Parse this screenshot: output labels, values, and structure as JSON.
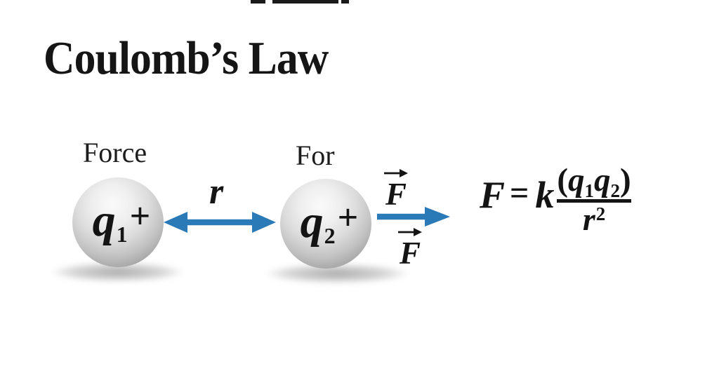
{
  "title": "Coulomb’s Law",
  "captions": {
    "sphere1": "Force",
    "sphere2": "For"
  },
  "spheres": {
    "q1": {
      "symbol": "q",
      "subscript": "1",
      "sign": "+"
    },
    "q2": {
      "symbol": "q",
      "subscript": "2",
      "sign": "+"
    }
  },
  "distance": {
    "label": "r"
  },
  "forces": {
    "top": "F",
    "bottom": "F"
  },
  "equation": {
    "lhs": "F",
    "equals": "=",
    "constant": "k",
    "num_open": "(",
    "num_q1": "q",
    "num_q1_sub": "1",
    "num_q2": "q",
    "num_q2_sub": "2",
    "num_close": ")",
    "den_base": "r",
    "den_exp": "2"
  },
  "colors": {
    "arrow": "#2b7ab8",
    "text": "#151515",
    "background": "#ffffff"
  }
}
